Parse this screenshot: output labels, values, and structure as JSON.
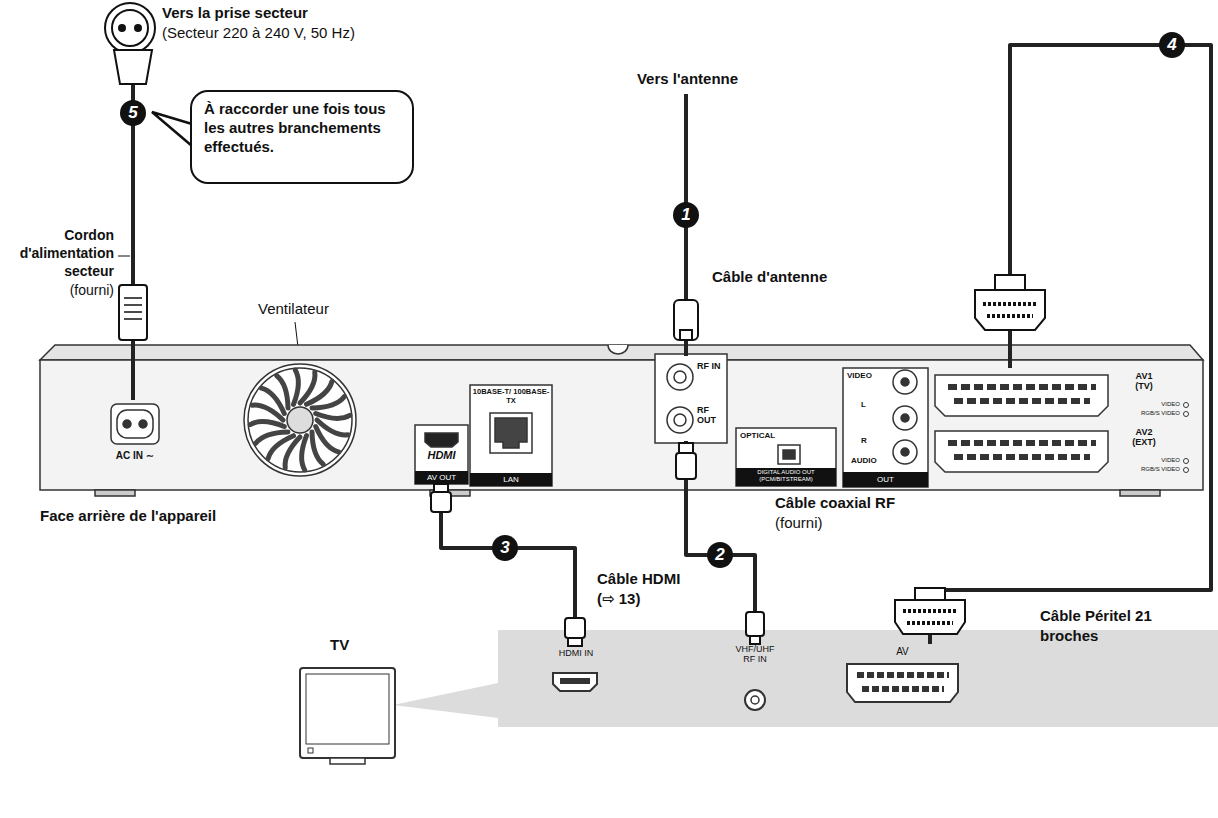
{
  "diagram": {
    "nodes": [
      {
        "text": [
          "Vers la prise secteur",
          "(Secteur 220 à 240 V, 50 Hz)"
        ]
      },
      {
        "text": [
          "Vers l'antenne"
        ]
      },
      {
        "text": [
          "Face arrière de l'appareil"
        ]
      },
      {
        "text": [
          "AC IN ∼"
        ],
        "in": 2
      },
      {
        "text": [
          "HDMI",
          "AV OUT"
        ],
        "in": 2
      },
      {
        "text": [
          "10BASE-T/ 100BASE-TX",
          "LAN"
        ],
        "in": 2
      },
      {
        "text": [
          "RF IN"
        ],
        "in": 2
      },
      {
        "text": [
          "RF OUT"
        ],
        "in": 2
      },
      {
        "text": [
          "OPTICAL",
          "DIGITAL AUDIO OUT (PCM/BITSTREAM)"
        ],
        "in": 2
      },
      {
        "text": [
          "VIDEO",
          "L",
          "R",
          "AUDIO",
          "OUT"
        ],
        "in": 2
      },
      {
        "text": [
          "AV1 (TV)",
          "VIDEO",
          "RGB/S VIDEO"
        ],
        "in": 2
      },
      {
        "text": [
          "AV2 (EXT)",
          "VIDEO",
          "RGB/S VIDEO"
        ],
        "in": 2
      },
      {
        "text": [
          "TV"
        ]
      },
      {
        "text": [
          "HDMI IN"
        ],
        "in": 12
      },
      {
        "text": [
          "VHF/UHF RF IN"
        ],
        "in": 12
      },
      {
        "text": [
          "AV"
        ],
        "in": 12
      },
      {
        "text": [
          "À raccorder une fois tous les autres branchements effectués."
        ]
      }
    ],
    "edges": [
      {
        "from": 0,
        "to": 3,
        "arrow": "none"
      },
      {
        "from": 1,
        "to": 6,
        "arrow": "none"
      },
      {
        "from": 7,
        "to": 14,
        "arrow": "none"
      },
      {
        "from": 4,
        "to": 13,
        "arrow": "none"
      },
      {
        "from": 10,
        "to": 15,
        "arrow": "none"
      }
    ],
    "labels": [
      "1",
      "2",
      "3",
      "4",
      "5",
      "Câble d'antenne",
      "Câble coaxial RF",
      "(fourni)",
      "Câble HDMI",
      "(⇨ 13)",
      "Câble Péritel 21 broches",
      "Cordon d'alimentation secteur",
      "(fourni)",
      "Ventilateur"
    ]
  }
}
